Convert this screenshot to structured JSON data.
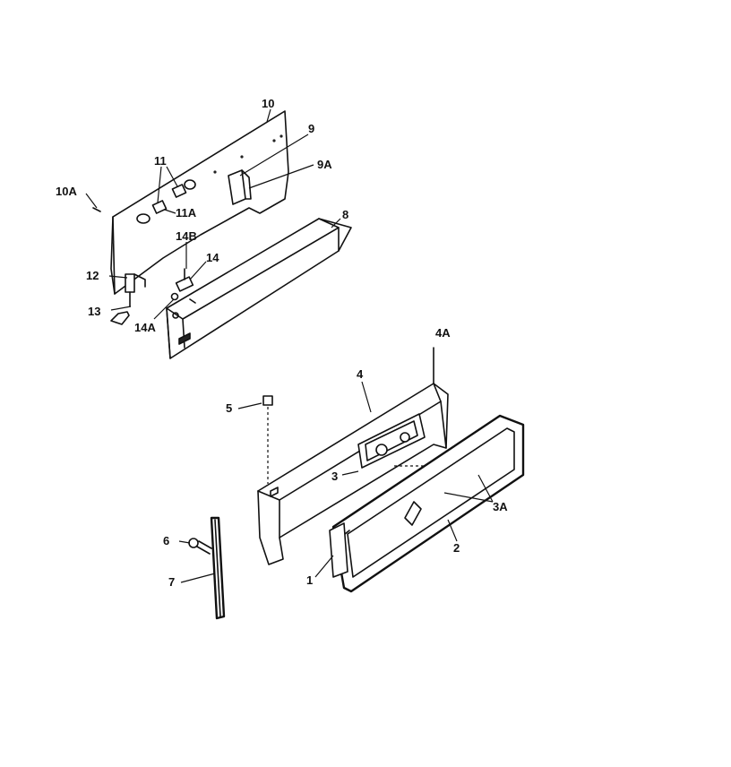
{
  "callouts": {
    "c10": "10",
    "c9": "9",
    "c9a": "9A",
    "c11": "11",
    "c10a": "10A",
    "c11a": "11A",
    "c8": "8",
    "c14b": "14B",
    "c14": "14",
    "c12": "12",
    "c13": "13",
    "c14a": "14A",
    "c4a": "4A",
    "c4": "4",
    "c5": "5",
    "c3": "3",
    "c3a": "3A",
    "c6": "6",
    "c2": "2",
    "c1": "1",
    "c7": "7"
  }
}
